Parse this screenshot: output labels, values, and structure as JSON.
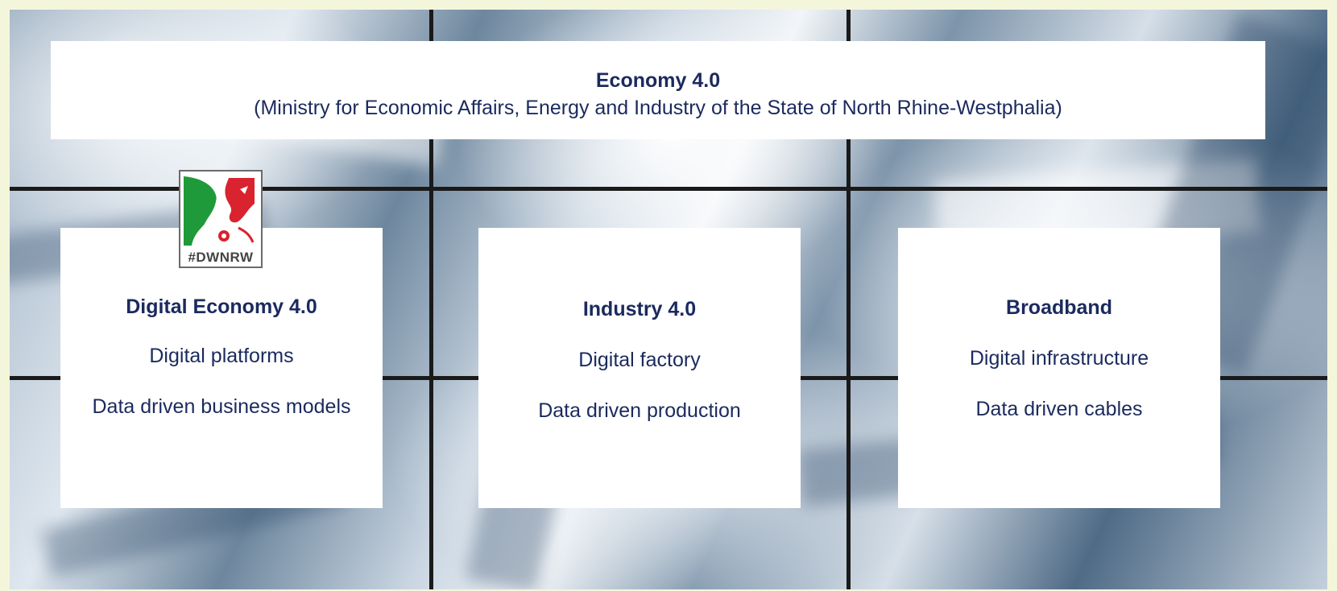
{
  "header": {
    "title": "Economy 4.0",
    "subtitle": "(Ministry for Economic Affairs, Energy and Industry of the State of North Rhine-Westphalia)"
  },
  "logo": {
    "text": "#DWNRW",
    "colors": {
      "green": "#1f9a3a",
      "red": "#d9232e",
      "white": "#ffffff"
    }
  },
  "boxes": [
    {
      "title": "Digital Economy 4.0",
      "lines": [
        "Digital platforms",
        "Data driven business models"
      ]
    },
    {
      "title": "Industry 4.0",
      "lines": [
        "Digital factory",
        "Data driven production"
      ]
    },
    {
      "title": "Broadband",
      "lines": [
        "Digital infrastructure",
        "Data driven cables"
      ]
    }
  ],
  "colors": {
    "text": "#1b2a5e",
    "page_border": "#f4f6dc",
    "grid": "#1a1a1a"
  }
}
